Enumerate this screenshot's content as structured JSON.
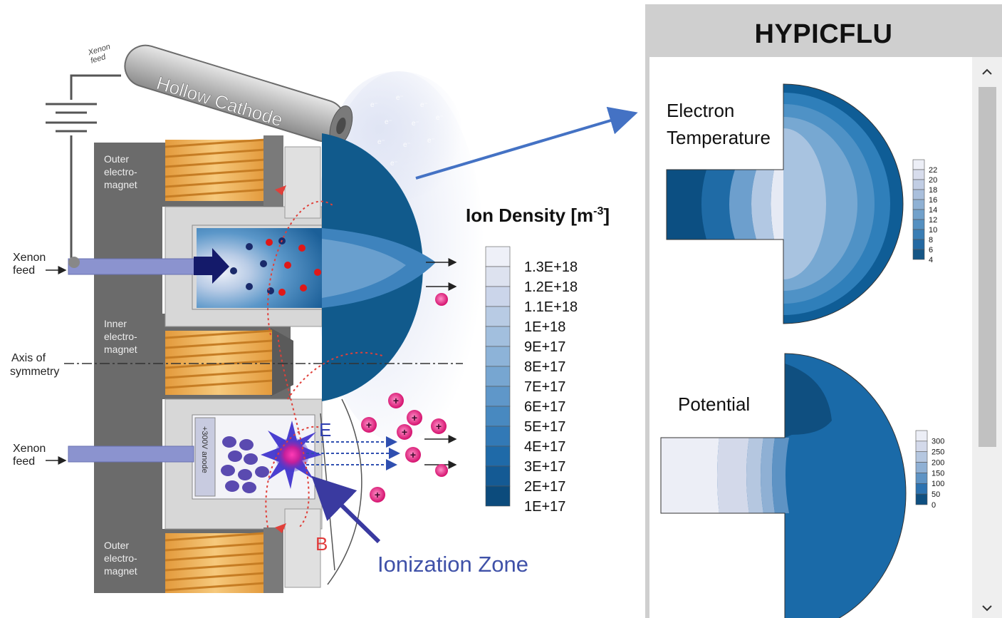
{
  "diagram": {
    "labels": {
      "xenon_feed_small": "Xenon\nfeed",
      "hollow_cathode": "Hollow Cathode",
      "outer_magnet_top": "Outer\nelectro-\nmagnet",
      "xenon_feed_top": "Xenon\nfeed",
      "inner_magnet": "Inner\nelectro-\nmagnet",
      "axis_of_symmetry": "Axis of\nsymmetry",
      "xenon_feed_bottom": "Xenon\nfeed",
      "anode": "+300V anode",
      "outer_magnet_bottom": "Outer\nelectro-\nmagnet",
      "e_field": "E",
      "b_field": "B",
      "ionization_zone": "Ionization Zone",
      "electron_symbol": "e-",
      "ion_symbol": "+"
    }
  },
  "ion_density_legend": {
    "title_main": "Ion Density [m",
    "title_sup": "-3",
    "title_close": "]",
    "labels": [
      "1.3E+18",
      "1.2E+18",
      "1.1E+18",
      "1E+18",
      "9E+17",
      "8E+17",
      "7E+17",
      "6E+17",
      "5E+17",
      "4E+17",
      "3E+17",
      "2E+17",
      "1E+17"
    ],
    "colors": [
      "#eef0f8",
      "#dde2ef",
      "#cbd5ea",
      "#b8cbe4",
      "#a2bfde",
      "#8db3d8",
      "#77a6d1",
      "#5f97c9",
      "#4889c0",
      "#3279b6",
      "#1f6aa8",
      "#145a94",
      "#0c4b7c"
    ]
  },
  "hypicflu": {
    "title": "HYPICFLU",
    "electron_temperature": {
      "title": "Electron\nTemperature",
      "labels": [
        "22",
        "20",
        "18",
        "16",
        "14",
        "12",
        "10",
        "8",
        "6",
        "4"
      ],
      "colors": [
        "#eceef6",
        "#d7dcec",
        "#c1cde4",
        "#a9bfdc",
        "#8fb1d4",
        "#72a1cb",
        "#5590c1",
        "#3a7eb5",
        "#2469a2",
        "#155686"
      ]
    },
    "potential": {
      "title": "Potential",
      "labels": [
        "300",
        "250",
        "200",
        "150",
        "100",
        "50",
        "0"
      ],
      "colors": [
        "#eceef6",
        "#d3d9ea",
        "#b5c7e0",
        "#8fb0d4",
        "#5e93c4",
        "#2c72b0",
        "#0f4f80"
      ]
    }
  }
}
